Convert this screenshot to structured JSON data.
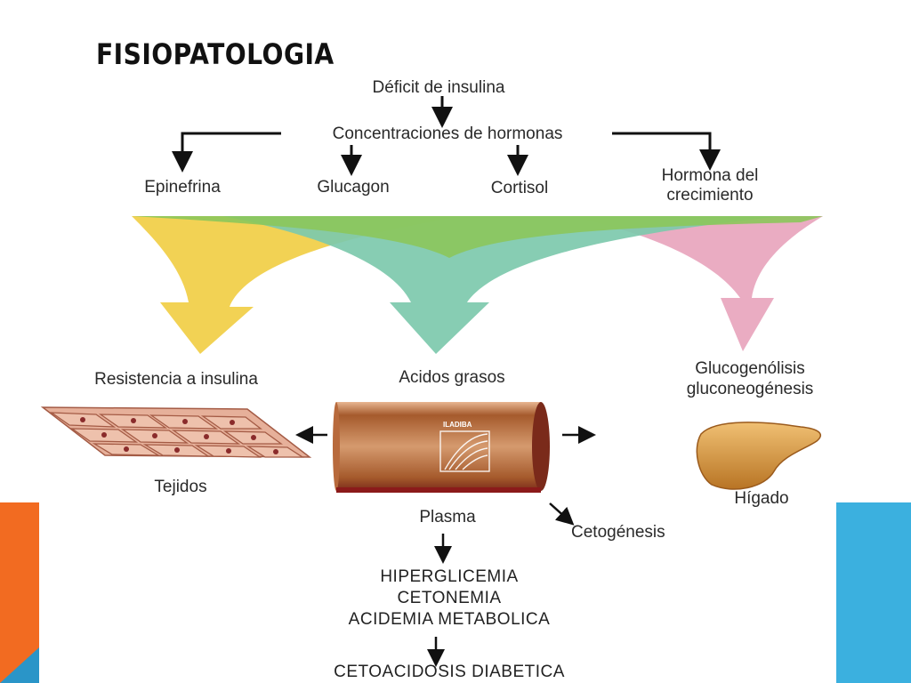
{
  "slide": {
    "title": "FISIOPATOLOGIA"
  },
  "diagram": {
    "root": "Déficit de insulina",
    "hormones_header": "Concentraciones de hormonas",
    "hormones": [
      "Epinefrina",
      "Glucagon",
      "Cortisol",
      "Hormona del",
      "crecimiento"
    ],
    "effects": {
      "left": "Resistencia a insulina",
      "middle": "Acidos grasos",
      "right_line1": "Glucogenólisis",
      "right_line2": "gluconeogénesis"
    },
    "organs": {
      "tissue": "Tejidos",
      "vessel_label": "ILADIBA",
      "liver": "Hígado"
    },
    "plasma": "Plasma",
    "ketogenesis": "Cetogénesis",
    "outcomes": [
      "HIPERGLICEMIA",
      "CETONEMIA",
      "ACIDEMIA METABOLICA"
    ],
    "final": "CETOACIDOSIS DIABETICA"
  },
  "colors": {
    "yellow": "#f1d04b",
    "teal": "#7dc9ad",
    "green": "#8cc65b",
    "pink": "#e9a8bf",
    "vessel": "#c98658",
    "liver": "#d79a4c",
    "accent_orange": "#f26b21",
    "accent_blue": "#3bb0df"
  }
}
